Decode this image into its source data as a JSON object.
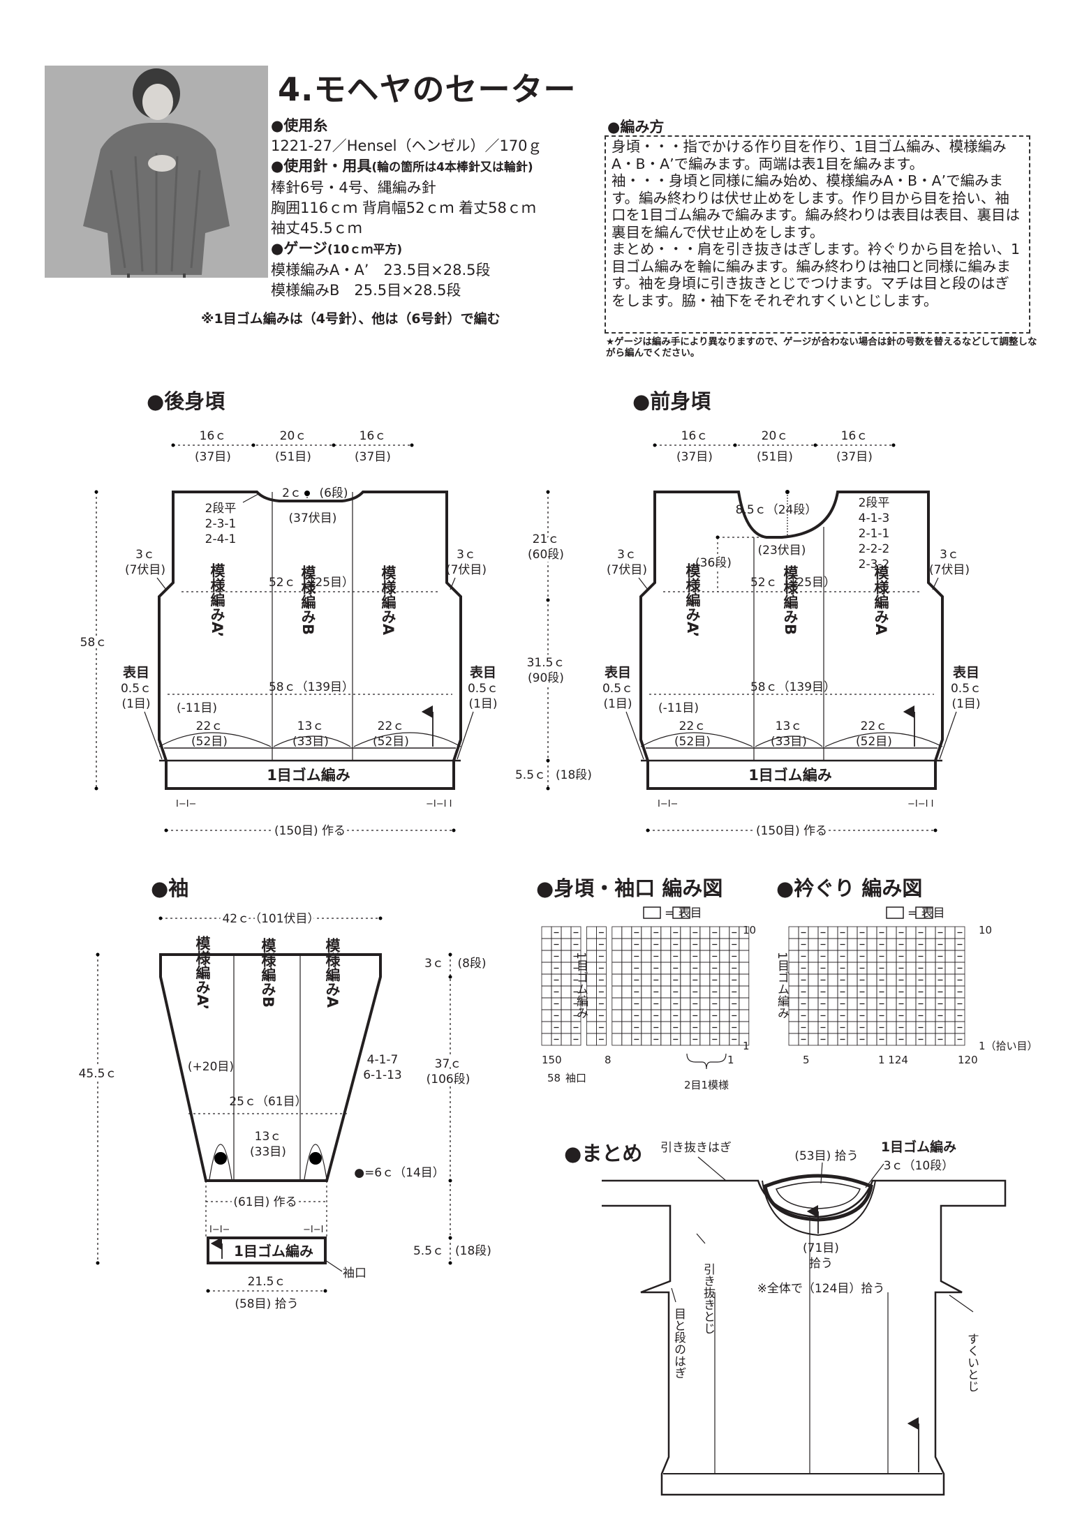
{
  "title": "4.モヘヤのセーター",
  "photo": {
    "icon": "model-photo"
  },
  "materials": {
    "yarn_h": "●使用糸",
    "yarn": "1221-27／Hensel（ヘンゼル）／170ｇ",
    "needles_h": "●使用針・用具",
    "needles_note": "(輪の箇所は4本棒針又は輪針)",
    "needles": "棒針6号・4号、縄編み針",
    "size1": "胸囲116ｃｍ 背肩幅52ｃｍ 着丈58ｃｍ",
    "size2": "袖丈45.5ｃｍ",
    "gauge_h": "●ゲージ",
    "gauge_note": "(10ｃｍ平方)",
    "gauge1": "模様編みA・A’　23.5目×28.5段",
    "gauge2": "模様編みB　25.5目×28.5段"
  },
  "needle_note": "※1目ゴム編みは（4号針）、他は（6号針）で編む",
  "howto": {
    "heading": "●編み方",
    "p1": "身頃・・・指でかける作り目を作り、1目ゴム編み、模様編みA・B・A’で編みます。両端は表1目を編みます。",
    "p2": "袖・・・身頃と同様に編み始め、模様編みA・B・A’で編みます。編み終わりは伏せ止めをします。作り目から目を拾い、袖口を1目ゴム編みで編みます。編み終わりは表目は表目、裏目は裏目を編んで伏せ止めをします。",
    "p3": "まとめ・・・肩を引き抜きはぎします。衿ぐりから目を拾い、1目ゴム編みを輪に編みます。編み終わりは袖口と同様に編みます。袖を身頃に引き抜きとじでつけます。マチは目と段のはぎをします。脇・袖下をそれぞれすくいとじします。"
  },
  "gauge_warning": "★ゲージは編み手により異なりますので、ゲージが合わない場合は針の号数を替えるなどして調整しながら編んでください。",
  "sections": {
    "back": "●後身頃",
    "front": "●前身頃",
    "sleeve": "●袖",
    "chart1": "●身頃・袖口 編み図",
    "chart2": "●衿ぐり 編み図",
    "finish": "●まとめ"
  },
  "back": {
    "w16": "16ｃ",
    "w20": "20ｃ",
    "w16b": "16ｃ",
    "s37": "(37目)",
    "s51": "(51目)",
    "s37b": "(37目)",
    "neck": "2ｃ",
    "neck_rows": "(6段)",
    "neck_bo": "(37伏目)",
    "dec1": "2段平",
    "dec2": "2-3-1",
    "dec3": "2-4-1",
    "arm_l1": "3ｃ",
    "arm_l2": "(7伏目)",
    "arm_r1": "3ｃ",
    "arm_r2": "(7伏目)",
    "w52": "52ｃ（125目）",
    "patA2": "模様編みA’",
    "patB": "模様編みB",
    "patA": "模様編みA",
    "w58": "58ｃ（139目）",
    "edge_l1": "表目",
    "edge_l2": "0.5ｃ",
    "edge_l3": "(1目)",
    "edge_r1": "表目",
    "edge_r2": "0.5ｃ",
    "edge_r3": "(1目)",
    "dec11": "(-11目)",
    "b22a": "22ｃ",
    "b52a": "(52目)",
    "b13": "13ｃ",
    "b33": "(33目)",
    "b22b": "22ｃ",
    "b52b": "(52目)",
    "rib": "1目ゴム編み",
    "co": "(150目) 作る",
    "h58": "58ｃ",
    "ticks_l": "I−I−",
    "ticks_r": "−I−I I"
  },
  "middle": {
    "h21": "21ｃ",
    "r60": "(60段)",
    "h315": "31.5ｃ",
    "r90": "(90段)",
    "h55": "5.5ｃ",
    "r18": "(18段)"
  },
  "front": {
    "w16": "16ｃ",
    "w20": "20ｃ",
    "w16b": "16ｃ",
    "s37": "(37目)",
    "s51": "(51目)",
    "s37b": "(37目)",
    "neck": "8.5ｃ（24段）",
    "neck_bo": "(23伏目)",
    "r36": "(36段)",
    "dec1": "2段平",
    "dec2": "4-1-3",
    "dec3": "2-1-1",
    "dec4": "2-2-2",
    "dec5": "2-3-2",
    "arm_l1": "3ｃ",
    "arm_l2": "(7伏目)",
    "arm_r1": "3ｃ",
    "arm_r2": "(7伏目)",
    "w52": "52ｃ（125目）",
    "patA2": "模様編みA’",
    "patB": "模様編みB",
    "patA": "模様編みA",
    "w58": "58ｃ（139目）",
    "edge_l1": "表目",
    "edge_l2": "0.5ｃ",
    "edge_l3": "(1目)",
    "edge_r1": "表目",
    "edge_r2": "0.5ｃ",
    "edge_r3": "(1目)",
    "dec11": "(-11目)",
    "b22a": "22ｃ",
    "b52a": "(52目)",
    "b13": "13ｃ",
    "b33": "(33目)",
    "b22b": "22ｃ",
    "b52b": "(52目)",
    "rib": "1目ゴム編み",
    "co": "(150目) 作る",
    "ticks_l": "I−I−",
    "ticks_r": "−I−I I"
  },
  "sleeve": {
    "top": "42ｃ（101伏目）",
    "patA2": "模様編みA’",
    "patB": "模様編みB",
    "patA": "模様編みA",
    "inc20": "(+20目)",
    "inc1": "4-1-7",
    "inc2": "6-1-13",
    "w25": "25ｃ（61目）",
    "w13": "13ｃ",
    "s33": "(33目)",
    "dot_eq": "●=6ｃ（14目）",
    "co": "(61目) 作る",
    "ticks_l": "I−I−",
    "ticks_r": "−I−I",
    "rib": "1目ゴム編み",
    "cuff": "袖口",
    "w215": "21.5ｃ",
    "pick58": "(58目) 拾う",
    "h455": "45.5ｃ",
    "h3": "3ｃ",
    "r8": "(8段)",
    "h37": "37ｃ",
    "r106": "(106段)",
    "h55": "5.5ｃ",
    "r18": "(18段)"
  },
  "chart1": {
    "legend": "= 表目",
    "rib_label": "1目ゴム編み",
    "row10": "10",
    "row1": "1",
    "c150": "150",
    "c8": "8",
    "c1": "1",
    "c58": "58",
    "cuff": "袖口",
    "repeat": "2目1模様"
  },
  "chart2": {
    "legend": "= 表目",
    "rib_label": "1目ゴム編み",
    "row10": "10",
    "row1": "1（拾い目）",
    "c5": "5",
    "c1124": "1 124",
    "c120": "120"
  },
  "finish": {
    "seam1": "引き抜きはぎ",
    "pick53": "(53目) 拾う",
    "rib": "1目ゴム編み",
    "rib_h": "3ｃ（10段）",
    "pick71a": "(71目)",
    "pick71b": "拾う",
    "total": "※全体で（124目）拾う",
    "seam2": "引き抜きとじ",
    "seam3": "目と段のはぎ",
    "seam4": "すくいとじ"
  }
}
